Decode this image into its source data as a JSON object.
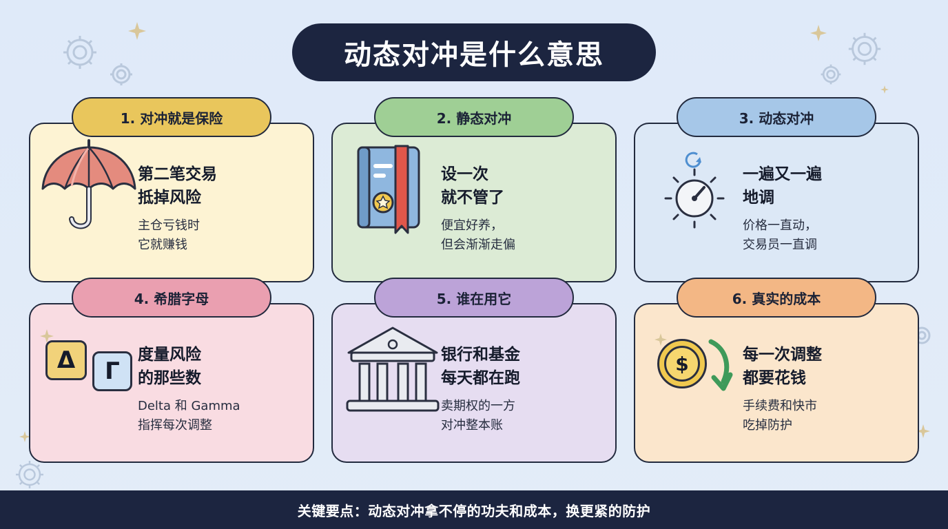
{
  "title": "动态对冲是什么意思",
  "colors": {
    "navy": "#1c2540",
    "card1_bg": "#fdf3d3",
    "card1_tab": "#e9c65c",
    "card2_bg": "#dcebd5",
    "card2_tab": "#9fcf95",
    "card3_bg": "#dce8f6",
    "card3_tab": "#a6c7e8",
    "card4_bg": "#f9dce2",
    "card4_tab": "#ea9fb0",
    "card5_bg": "#e6ddf1",
    "card5_tab": "#bca3d8",
    "card6_bg": "#fbe6cc",
    "card6_tab": "#f3b785"
  },
  "cards": [
    {
      "tab": "1. 对冲就是保险",
      "headline_1": "第二笔交易",
      "headline_2": "抵掉风险",
      "desc_1": "主仓亏钱时",
      "desc_2": "它就赚钱",
      "icon": "umbrella-icon"
    },
    {
      "tab": "2. 静态对冲",
      "headline_1": "设一次",
      "headline_2": "就不管了",
      "desc_1": "便宜好养，",
      "desc_2": "但会渐渐走偏",
      "icon": "notebook-icon"
    },
    {
      "tab": "3. 动态对冲",
      "headline_1": "一遍又一遍",
      "headline_2": "地调",
      "desc_1": "价格一直动，",
      "desc_2": "交易员一直调",
      "icon": "dial-icon"
    },
    {
      "tab": "4. 希腊字母",
      "headline_1": "度量风险",
      "headline_2": "的那些数",
      "desc_1": "Delta 和 Gamma",
      "desc_2": "指挥每次调整",
      "icon": "greek-letters-icon",
      "letter_1": "Δ",
      "letter_2": "Γ"
    },
    {
      "tab": "5. 谁在用它",
      "headline_1": "银行和基金",
      "headline_2": "每天都在跑",
      "desc_1": "卖期权的一方",
      "desc_2": "对冲整本账",
      "icon": "bank-icon"
    },
    {
      "tab": "6. 真实的成本",
      "headline_1": "每一次调整",
      "headline_2": "都要花钱",
      "desc_1": "手续费和快市",
      "desc_2": "吃掉防护",
      "icon": "coin-icon",
      "coin_symbol": "$"
    }
  ],
  "footer": "关键要点：动态对冲拿不停的功夫和成本，换更紧的防护"
}
